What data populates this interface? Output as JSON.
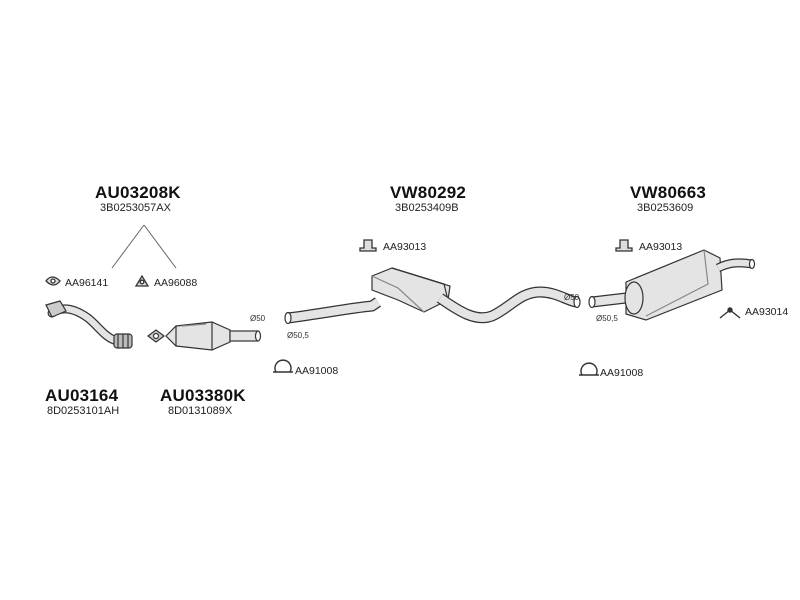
{
  "groups": {
    "front_bracket": {
      "part_number": "AU03208K",
      "oem": "3B0253057AX"
    },
    "middle_silencer": {
      "part_number": "VW80292",
      "oem": "3B0253409B"
    },
    "rear_silencer": {
      "part_number": "VW80663",
      "oem": "3B0253609"
    },
    "front_pipe": {
      "part_number": "AU03164",
      "oem": "8D0253101AH"
    },
    "catalyst": {
      "part_number": "AU03380K",
      "oem": "8D0131089X"
    }
  },
  "accessories": {
    "gasket_1": "AA96141",
    "gasket_2": "AA96088",
    "hanger_mid": "AA93013",
    "hanger_rear": "AA93013",
    "clamp_mid": "AA91008",
    "clamp_rear": "AA91008",
    "rubber_rear": "AA93014"
  },
  "dimensions": {
    "cat_out": "Ø50",
    "mid_in_top": "Ø50",
    "mid_in_bottom": "Ø50,5",
    "mid_out": "Ø50",
    "rear_in": "Ø50,5"
  },
  "colors": {
    "line": "#333333",
    "fill": "#e4e4e4",
    "fill_dark": "#bdbdbd"
  }
}
